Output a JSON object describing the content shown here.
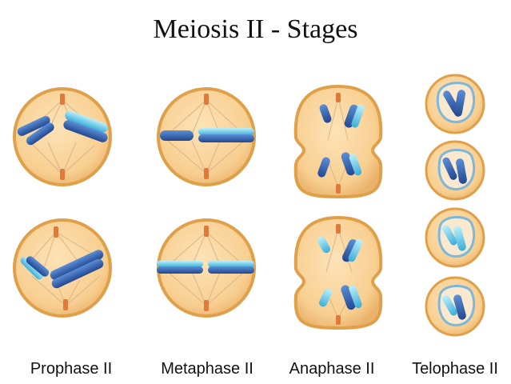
{
  "title": "Meiosis II - Stages",
  "stage_labels": [
    "Prophase II",
    "Metaphase II",
    "Anaphase II",
    "Telophase II"
  ],
  "colors": {
    "cell_fill": "#f6c98a",
    "cell_rim": "#e3a04c",
    "spindle": "#d9b98a",
    "centriole": "#e07a3a",
    "chromosome_dark": "#2e5aa8",
    "chromosome_light": "#5ec3e6",
    "nucleus_rim": "#7fb7d8"
  }
}
